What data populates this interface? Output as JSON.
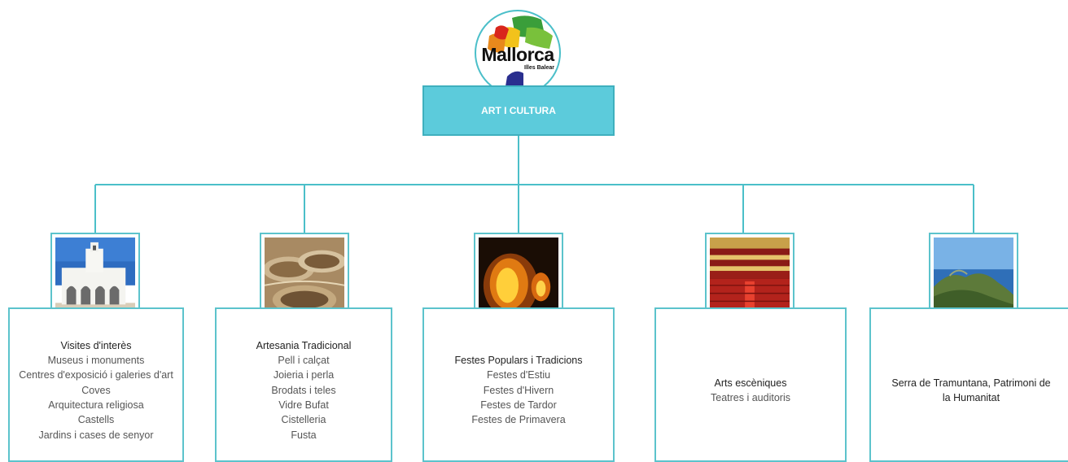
{
  "logo": {
    "name": "Mallorca",
    "subtitle": "Illes Balear",
    "icon": "mallorca-logo"
  },
  "root": {
    "label": "ART I CULTURA"
  },
  "colors": {
    "accent": "#5ccbdb",
    "line": "#4bbfc9",
    "header_text": "#ffffff"
  },
  "categories": [
    {
      "title": "Visites d'interès",
      "image": "whitewashed-church-photo",
      "items": [
        "Museus i monuments",
        "Centres d'exposició i galeries d'art",
        "Coves",
        "Arquitectura religiosa",
        "Castells",
        "Jardins i cases de senyor"
      ]
    },
    {
      "title": "Artesania Tradicional",
      "image": "wicker-baskets-photo",
      "items": [
        "Pell i calçat",
        "Joieria i perla",
        "Brodats i teles",
        "Vidre Bufat",
        "Cistelleria",
        "Fusta"
      ]
    },
    {
      "title": "Festes Populars  i Tradicions",
      "image": "bonfire-festival-photo",
      "items": [
        "Festes d'Estiu",
        "Festes d'Hivern",
        "Festes de Tardor",
        "Festes de Primavera"
      ]
    },
    {
      "title": "Arts escèniques",
      "image": "theatre-hall-photo",
      "items": [
        "Teatres  i auditoris"
      ]
    },
    {
      "title": "Serra de Tramuntana,  Patrimoni de la Humanitat",
      "image": "mountain-coast-photo",
      "items": []
    }
  ]
}
